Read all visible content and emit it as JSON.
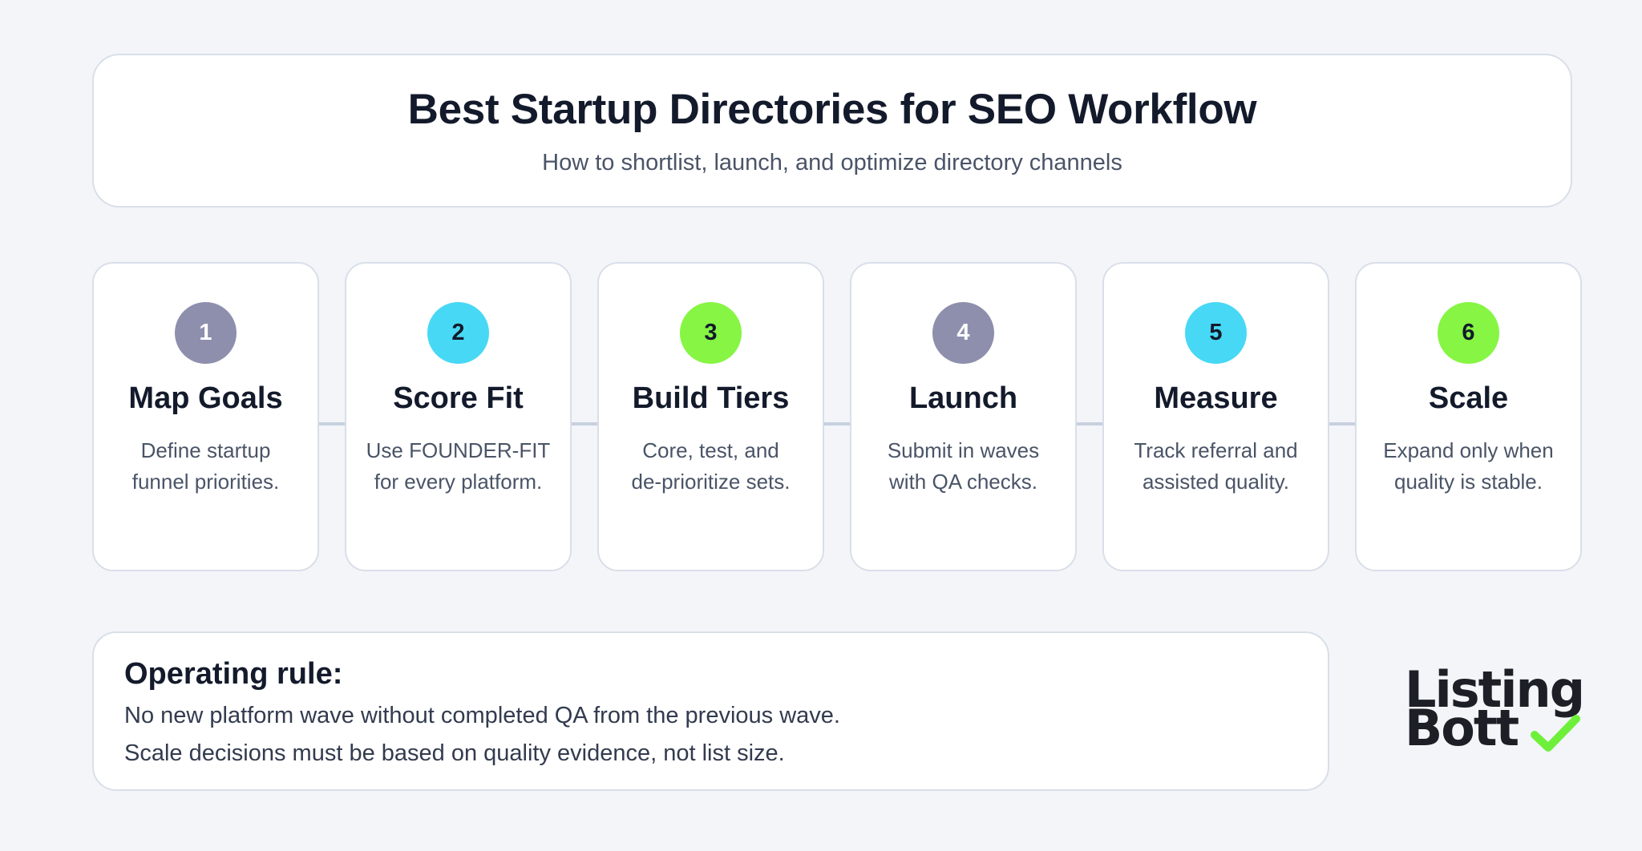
{
  "header": {
    "title": "Best Startup Directories for SEO Workflow",
    "subtitle": "How to shortlist, launch, and optimize directory channels"
  },
  "steps": [
    {
      "number": "1",
      "title": "Map Goals",
      "desc_line1": "Define startup",
      "desc_line2": "funnel priorities.",
      "badge_color": "#8e8fad",
      "badge_text_color": "#ffffff"
    },
    {
      "number": "2",
      "title": "Score Fit",
      "desc_line1": "Use FOUNDER-FIT",
      "desc_line2": "for every platform.",
      "badge_color": "#47d8f5",
      "badge_text_color": "#131a2b"
    },
    {
      "number": "3",
      "title": "Build Tiers",
      "desc_line1": "Core, test, and",
      "desc_line2": "de-prioritize sets.",
      "badge_color": "#86f543",
      "badge_text_color": "#131a2b"
    },
    {
      "number": "4",
      "title": "Launch",
      "desc_line1": "Submit in waves",
      "desc_line2": "with QA checks.",
      "badge_color": "#8e8fad",
      "badge_text_color": "#ffffff"
    },
    {
      "number": "5",
      "title": "Measure",
      "desc_line1": "Track referral and",
      "desc_line2": "assisted quality.",
      "badge_color": "#47d8f5",
      "badge_text_color": "#131a2b"
    },
    {
      "number": "6",
      "title": "Scale",
      "desc_line1": "Expand only when",
      "desc_line2": "quality is stable.",
      "badge_color": "#86f543",
      "badge_text_color": "#131a2b"
    }
  ],
  "rule": {
    "heading": "Operating rule:",
    "line1": "No new platform wave without completed QA from the previous wave.",
    "line2": "Scale decisions must be based on quality evidence, not list size."
  },
  "logo": {
    "line1": "Listing",
    "line2": "Bott",
    "check_color": "#6ef03a",
    "icon": "checkmark-icon"
  }
}
